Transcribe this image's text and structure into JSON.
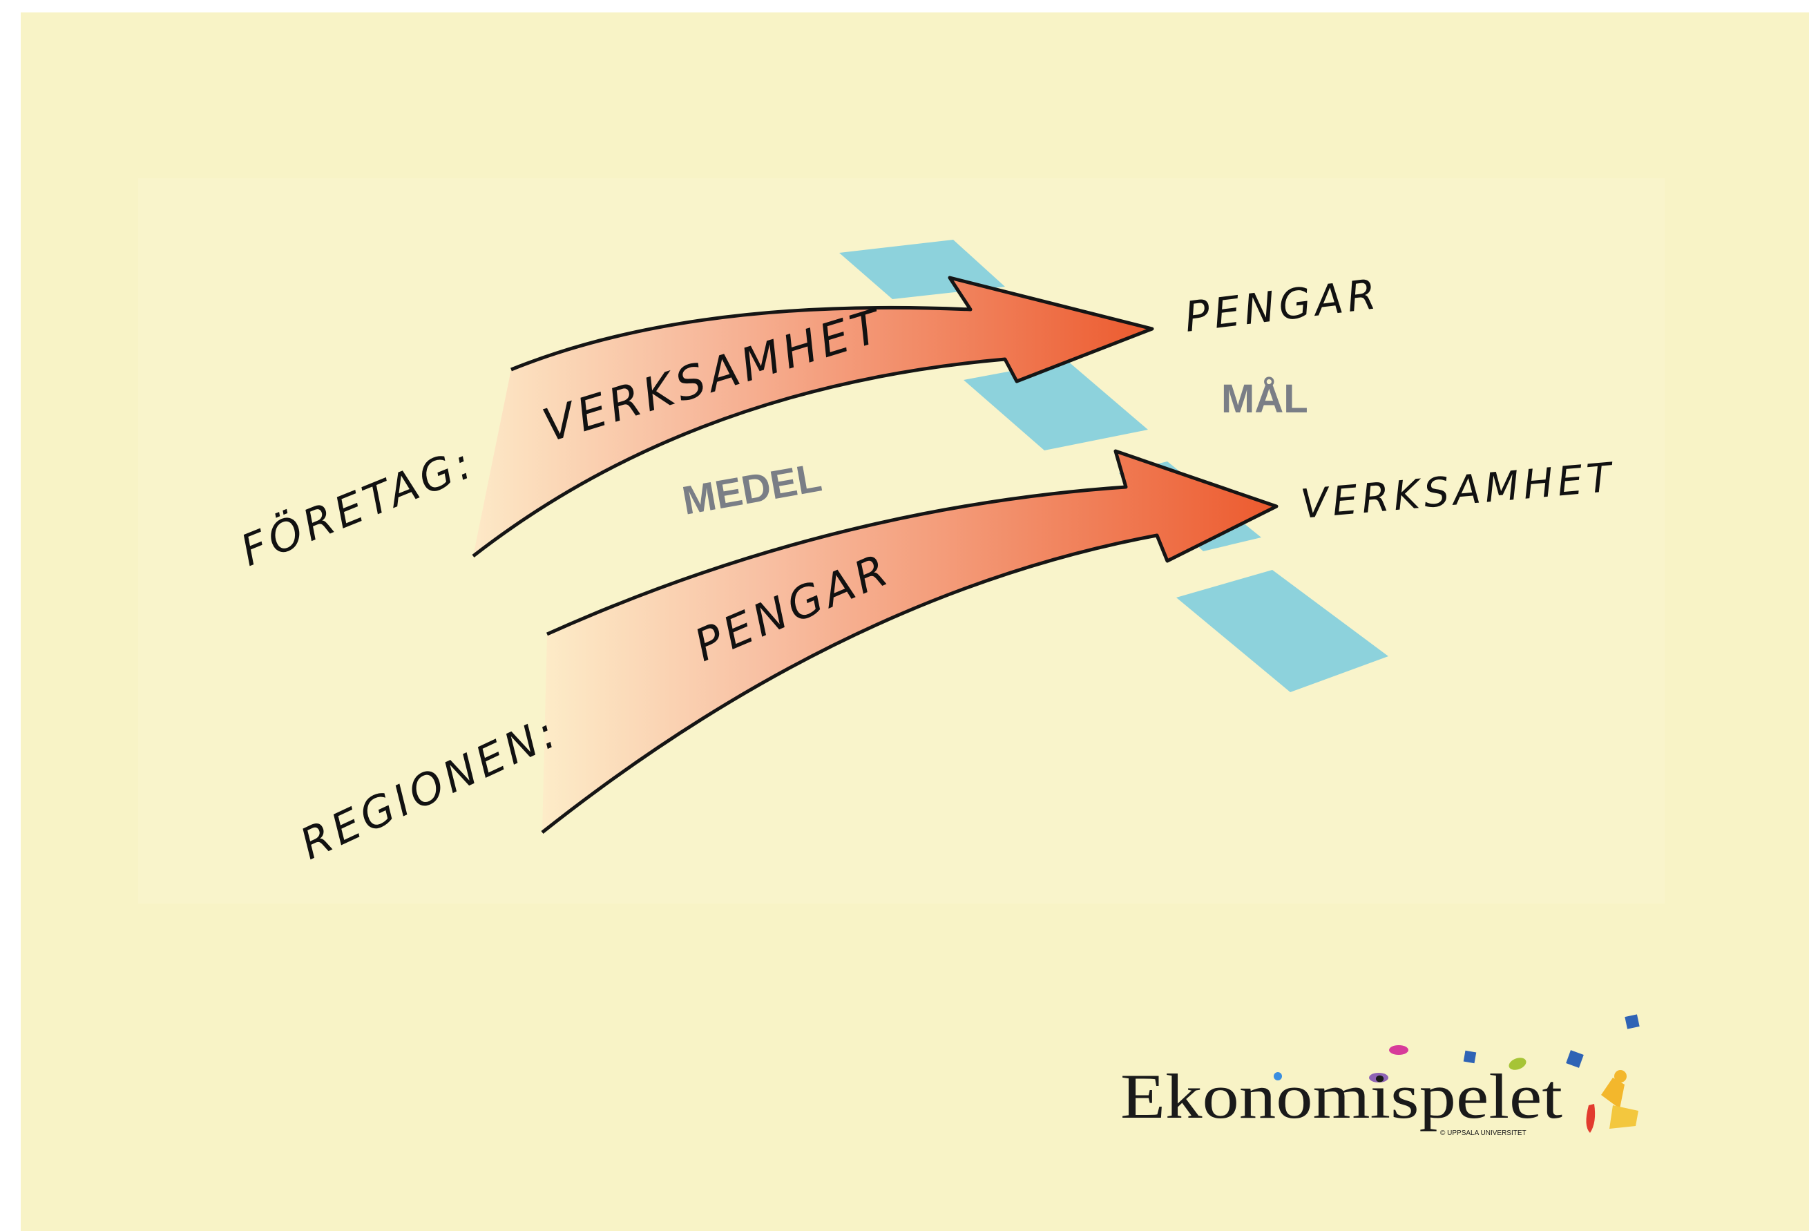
{
  "diagram": {
    "companies": {
      "label": "FÖRETAG:",
      "arrow_label": "VERKSAMHET",
      "target_label": "PENGAR"
    },
    "region": {
      "label": "REGIONEN:",
      "arrow_label": "PENGAR",
      "target_label": "VERKSAMHET"
    },
    "means_label": "MEDEL",
    "goal_label": "MÅL"
  },
  "logo": {
    "name": "Ekonomispelet",
    "subtitle": "© UPPSALA UNIVERSITET"
  },
  "colors": {
    "background": "#f8f3c6",
    "goal_band": "#8dd2dc",
    "arrow_start": "#fde9c7",
    "arrow_end": "#ec5a2e",
    "concept_text": "#7a7e86"
  }
}
